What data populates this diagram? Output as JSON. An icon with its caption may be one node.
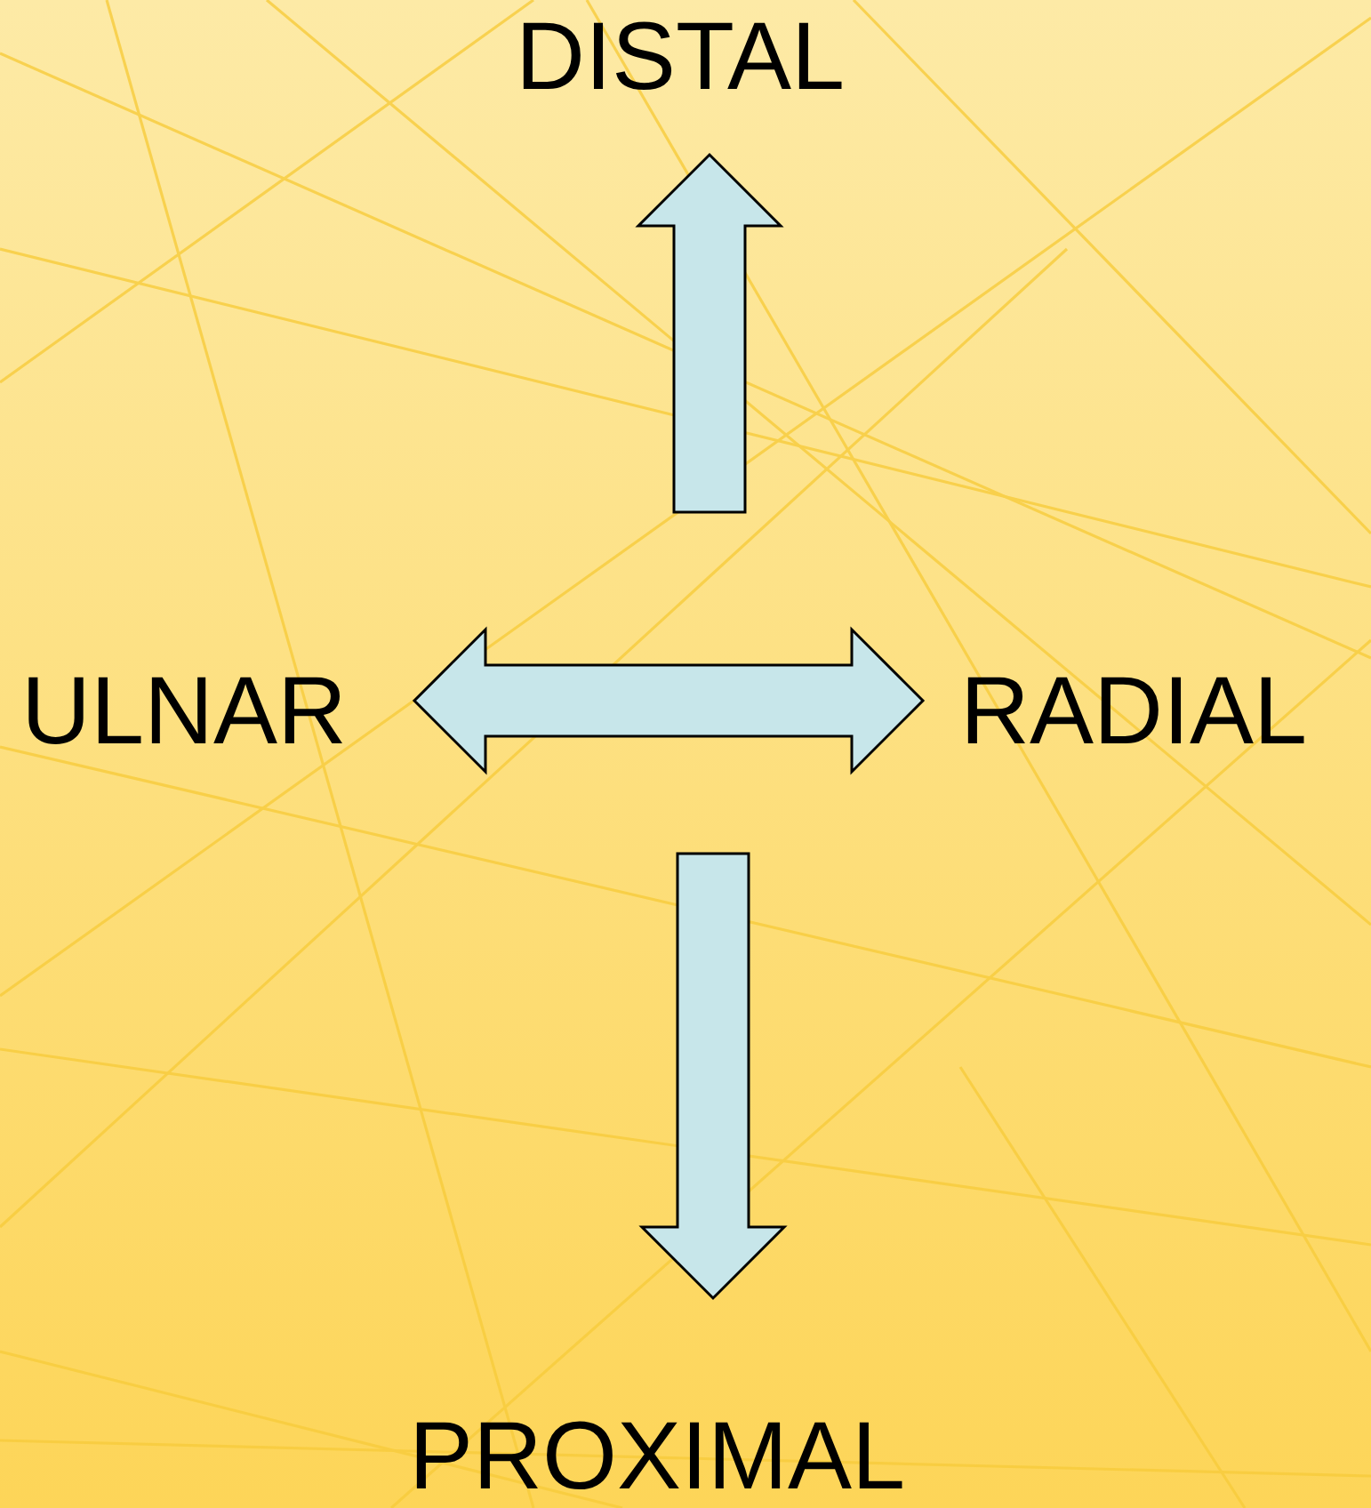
{
  "diagram": {
    "nodes": [
      {
        "text": [
          "DISTAL"
        ]
      },
      {
        "text": [
          "ULNAR"
        ]
      },
      {
        "text": [
          "RADIAL"
        ]
      },
      {
        "text": [
          "PROXIMAL"
        ]
      }
    ],
    "edges": [
      {
        "from": 1,
        "to": 2,
        "arrow": "both"
      }
    ]
  }
}
